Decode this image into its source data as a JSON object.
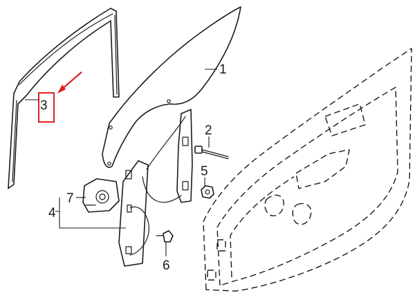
{
  "callouts": {
    "c1": "1",
    "c2": "2",
    "c3": "3",
    "c4": "4",
    "c5": "5",
    "c6": "6",
    "c7": "7"
  },
  "colors": {
    "line": "#1a1a1a",
    "highlight": "#e02020",
    "background": "#ffffff"
  }
}
